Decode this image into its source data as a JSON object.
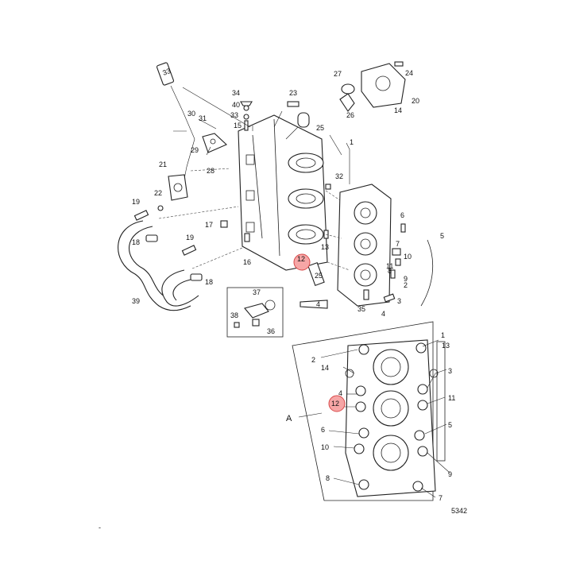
{
  "diagram": {
    "highlight_color": "#f6a6a6",
    "inset_title": "A",
    "drawing_number": "5342",
    "callouts_main": [
      "1",
      "2",
      "3",
      "4",
      "5",
      "6",
      "7",
      "8",
      "9",
      "10",
      "11",
      "12",
      "13",
      "14",
      "15",
      "16",
      "17",
      "18",
      "18",
      "19",
      "19",
      "20",
      "21",
      "22",
      "23",
      "24",
      "25",
      "26",
      "27",
      "28",
      "29",
      "30",
      "31",
      "32",
      "33",
      "34",
      "35",
      "36",
      "37",
      "38",
      "39",
      "40"
    ],
    "callouts_inset": [
      "1",
      "2",
      "3",
      "4",
      "5",
      "6",
      "7",
      "8",
      "9",
      "10",
      "11",
      "12",
      "13",
      "14"
    ],
    "highlighted_callout": "12",
    "tube_texts": [
      "33",
      "4",
      "25"
    ]
  }
}
